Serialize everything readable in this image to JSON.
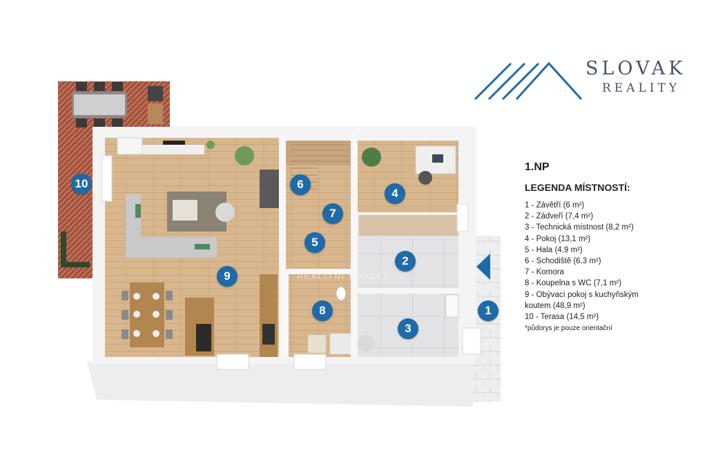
{
  "brand": {
    "line1": "SLOVAK",
    "line2": "REALITY"
  },
  "watermark": {
    "text": "REALITNÍ MAKLÉŘ"
  },
  "legend": {
    "floor": "1.NP",
    "title": "LEGENDA MÍSTNOSTÍ:",
    "items": [
      "1 - Závětří (6 m²)",
      "2 - Zádveří (7,4 m²)",
      "3 - Technická místnost (8,2 m²)",
      "4 - Pokoj (13,1 m²)",
      "5 - Hala (4,9 m²)",
      "6 - Schodiště (6,3 m²)",
      "7 - Komora",
      "8 - Koupelna s WC (7,1 m²)",
      "9 - Obývací pokoj s kuchyňským koutem (48,9 m²)",
      "10 - Terasa (14,5 m²)"
    ],
    "note": "*půdorys je pouze orientační"
  },
  "rooms": [
    "1",
    "2",
    "3",
    "4",
    "5",
    "6",
    "7",
    "8",
    "9",
    "10"
  ],
  "colors": {
    "accent": "#1f6aa8",
    "wood": "#d7b58c",
    "tile": "#e4e4e6",
    "terrace": "#a4513c",
    "wall": "#f5f5f5"
  },
  "icons": [
    "entrance-arrow-icon",
    "brand-mountain-icon"
  ]
}
